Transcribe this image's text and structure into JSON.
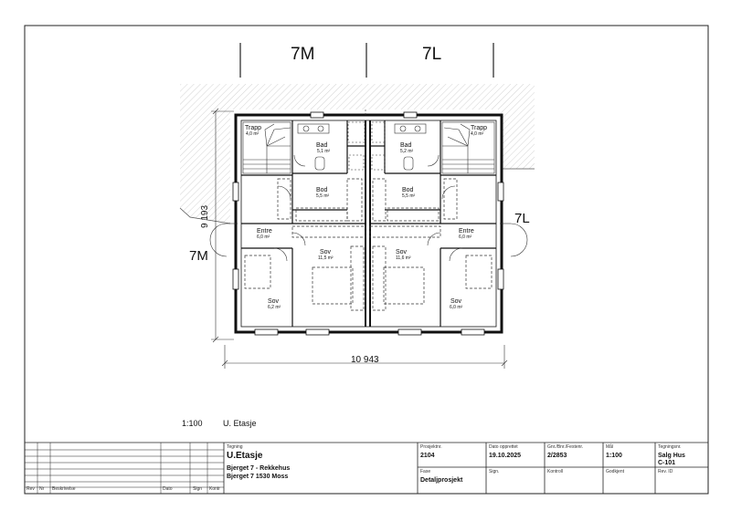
{
  "units": {
    "left": "7M",
    "right": "7L"
  },
  "dimensions": {
    "height": "9 193",
    "width": "10 943"
  },
  "rooms": {
    "trapp_left": {
      "name": "Trapp",
      "area": "4,0 m²"
    },
    "bad_left": {
      "name": "Bad",
      "area": "5,1 m²"
    },
    "bod_left": {
      "name": "Bod",
      "area": "5,5 m²"
    },
    "entre_left": {
      "name": "Entre",
      "area": "6,0 m²"
    },
    "sov_mid_left": {
      "name": "Sov",
      "area": "11,5 m²"
    },
    "sov_small_left": {
      "name": "Sov",
      "area": "6,2 m²"
    },
    "trapp_right": {
      "name": "Trapp",
      "area": "4,0 m²"
    },
    "bad_right": {
      "name": "Bad",
      "area": "5,2 m²"
    },
    "bod_right": {
      "name": "Bod",
      "area": "5,5 m²"
    },
    "entre_right": {
      "name": "Entre",
      "area": "6,0 m²"
    },
    "sov_mid_right": {
      "name": "Sov",
      "area": "11,6 m²"
    },
    "sov_small_right": {
      "name": "Sov",
      "area": "6,0 m²"
    }
  },
  "drawing_caption": {
    "scale": "1:100",
    "title": "U. Etasje"
  },
  "revision_table": {
    "headers": [
      "Rev",
      "Nr",
      "Beskrivelse",
      "Dato",
      "Sign",
      "Kontr"
    ]
  },
  "title_block": {
    "tegning_label": "Tegning",
    "tegning_value": "U.Etasje",
    "project_line1": "Bjerget 7 - Rekkehus",
    "project_line2": "Bjerget 7  1530 Moss",
    "prosjektnr_label": "Prosjektnr.",
    "prosjektnr_value": "2104",
    "dato_label": "Dato opprettet",
    "dato_value": "19.10.2025",
    "gnr_label": "Gnr./Bnr./Festenr.",
    "gnr_value": "2/2853",
    "maal_label": "Mål",
    "maal_value": "1:100",
    "tegningsnr_label": "Tegningsnr.",
    "tegningsnr_value1": "Salg Hus",
    "tegningsnr_value2": "C-101",
    "fase_label": "Fase",
    "fase_value": "Detaljprosjekt",
    "sign_label": "Sign.",
    "kontroll_label": "Kontroll",
    "godkjent_label": "Godkjent",
    "revid_label": "Rev. ID"
  }
}
